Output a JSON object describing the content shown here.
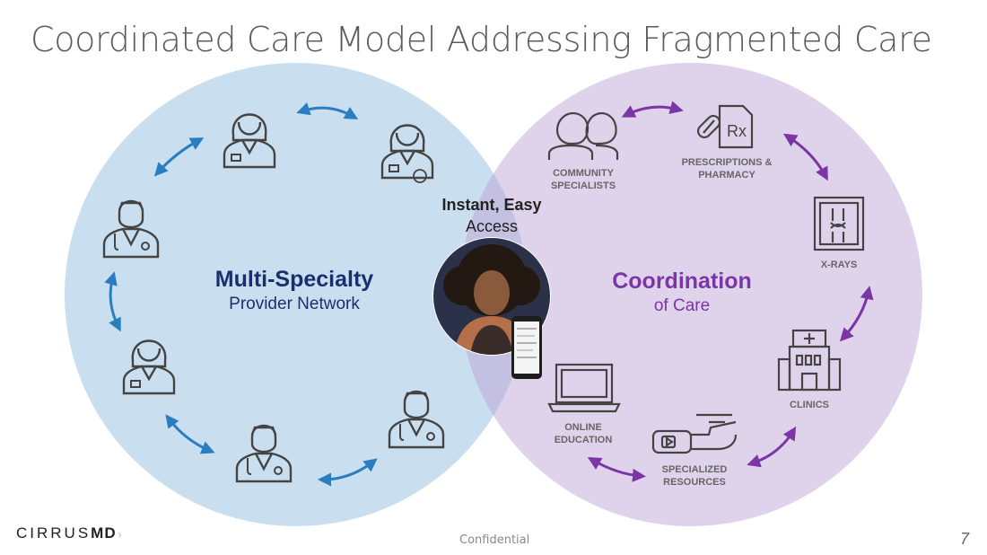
{
  "title": "Coordinated Care Model Addressing Fragmented Care",
  "left_circle": {
    "heading": "Multi-Specialty",
    "subheading": "Provider Network"
  },
  "right_circle": {
    "heading": "Coordination",
    "subheading": "of Care"
  },
  "center": {
    "line1": "Instant, Easy",
    "line2": "Access"
  },
  "resources": {
    "community_1": "COMMUNITY",
    "community_2": "SPECIALISTS",
    "pharmacy_1": "PRESCRIPTIONS &",
    "pharmacy_2": "PHARMACY",
    "xrays": "X-RAYS",
    "clinics": "CLINICS",
    "specialized_1": "SPECIALIZED",
    "specialized_2": "RESOURCES",
    "online_1": "ONLINE",
    "online_2": "EDUCATION"
  },
  "footer": {
    "logo_light": "CIRRUS",
    "logo_bold": "MD",
    "confidential": "Confidential",
    "page": "7"
  },
  "colors": {
    "left_circle": "#c9dff0",
    "right_circle": "#ddd0ea",
    "left_text": "#1b2f6e",
    "right_text": "#7b35a6",
    "blue_arrow": "#2a7ec0",
    "purple_arrow": "#7b35a6",
    "icon_stroke": "#444444"
  }
}
